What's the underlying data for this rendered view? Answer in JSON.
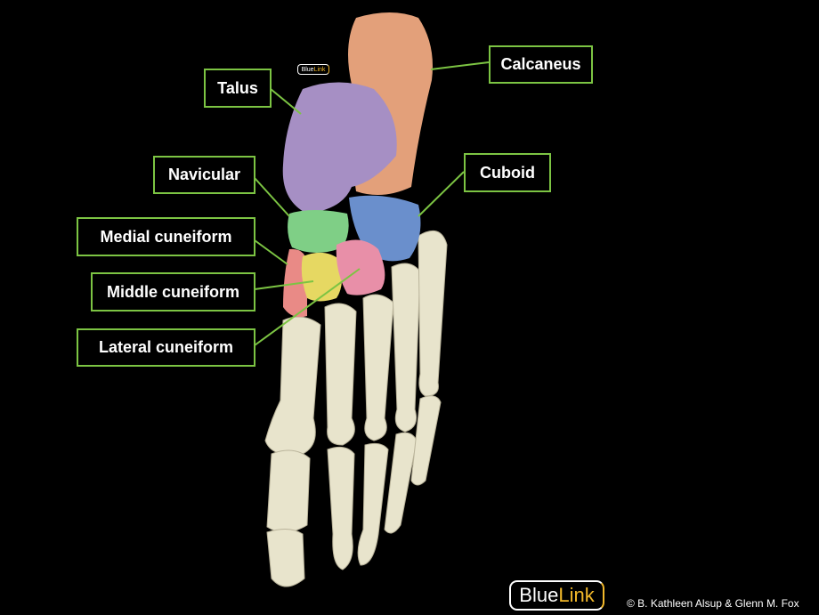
{
  "labels": {
    "talus": "Talus",
    "calcaneus": "Calcaneus",
    "navicular": "Navicular",
    "cuboid": "Cuboid",
    "medial_cuneiform": "Medial cuneiform",
    "middle_cuneiform": "Middle cuneiform",
    "lateral_cuneiform": "Lateral cuneiform"
  },
  "logo": {
    "part1": "Blue",
    "part2": "Link"
  },
  "copyright": "© B. Kathleen Alsup & Glenn M. Fox",
  "colors": {
    "label_border": "#7cc443",
    "talus": "#a68fc4",
    "calcaneus": "#e3a07a",
    "navicular": "#7fcf86",
    "cuboid": "#6a8fcc",
    "medial_cuneiform": "#e98a86",
    "middle_cuneiform": "#e6d862",
    "lateral_cuneiform": "#e88fa8",
    "bone": "#e8e4cc"
  }
}
